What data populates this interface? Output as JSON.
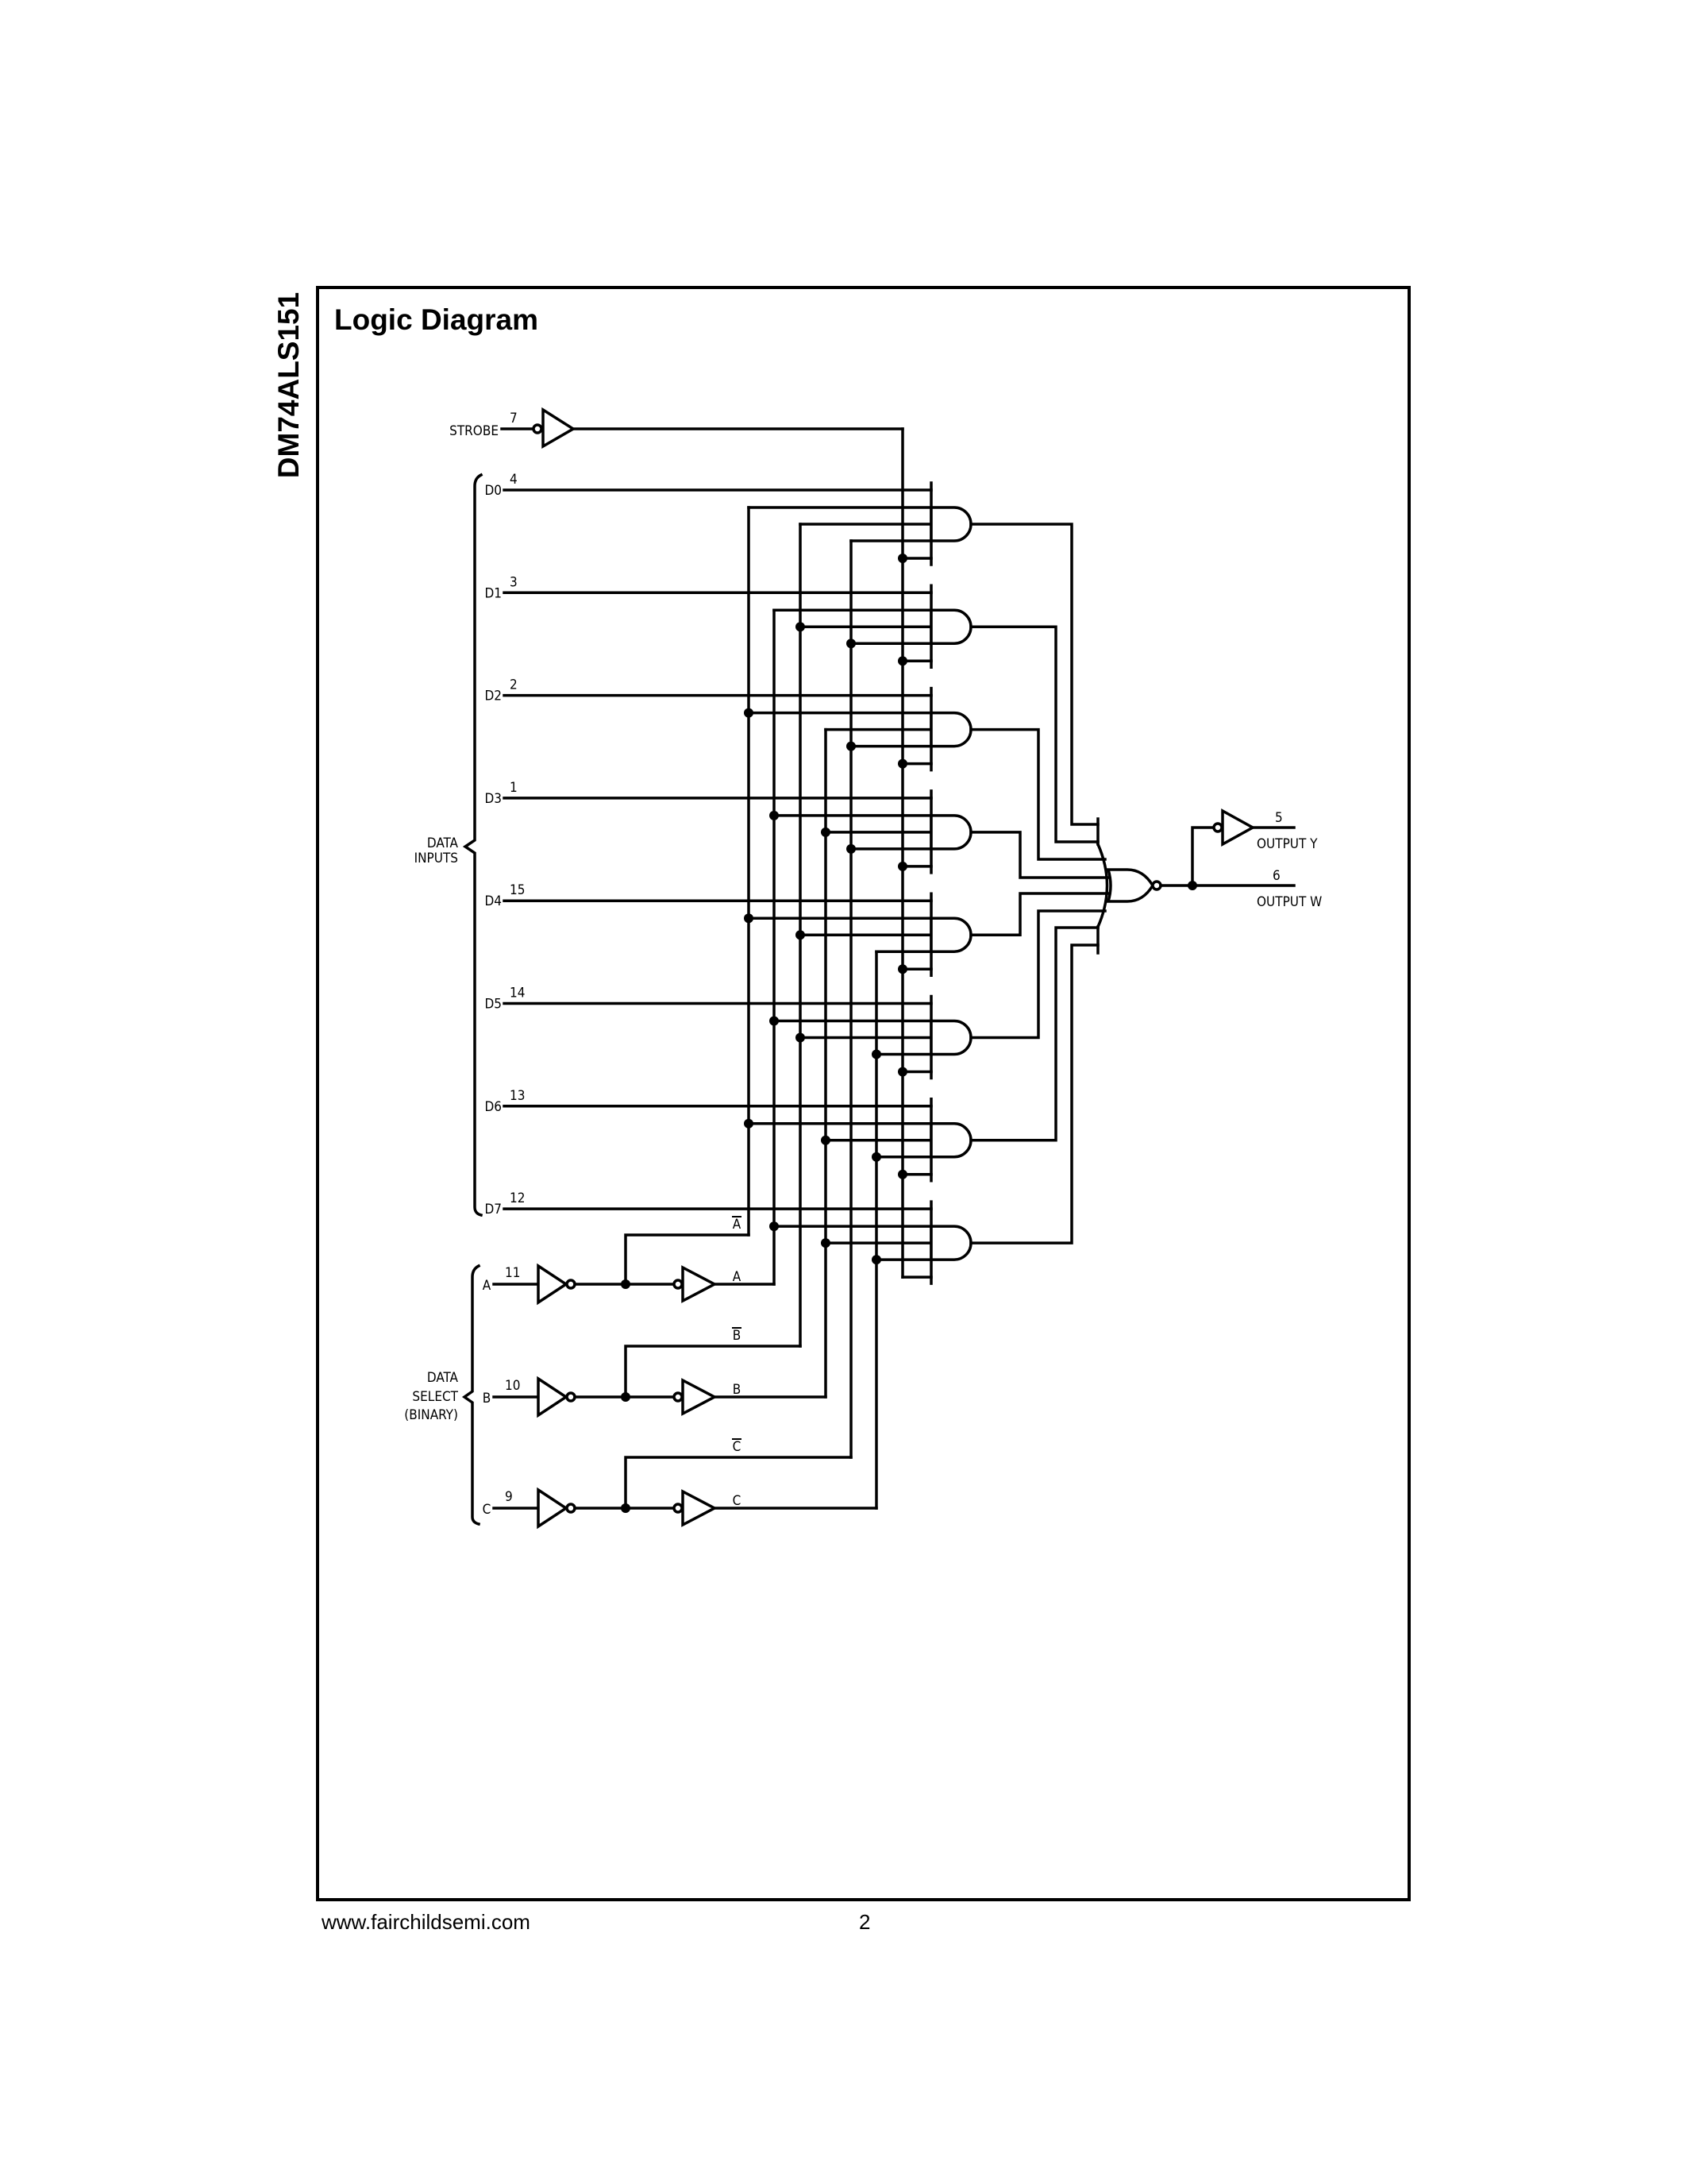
{
  "side_title": "DM74ALS151",
  "section_title": "Logic Diagram",
  "diagram": {
    "strobe": {
      "label": "STROBE",
      "pin": "7"
    },
    "data_inputs": {
      "group_label": [
        "DATA",
        "INPUTS"
      ],
      "inputs": [
        {
          "label": "D0",
          "pin": "4"
        },
        {
          "label": "D1",
          "pin": "3"
        },
        {
          "label": "D2",
          "pin": "2"
        },
        {
          "label": "D3",
          "pin": "1"
        },
        {
          "label": "D4",
          "pin": "15"
        },
        {
          "label": "D5",
          "pin": "14"
        },
        {
          "label": "D6",
          "pin": "13"
        },
        {
          "label": "D7",
          "pin": "12"
        }
      ]
    },
    "data_select": {
      "group_label": [
        "DATA",
        "SELECT",
        "(BINARY)"
      ],
      "inputs": [
        {
          "label": "A",
          "pin": "11",
          "true_label": "A",
          "complement_label": "A"
        },
        {
          "label": "B",
          "pin": "10",
          "true_label": "B",
          "complement_label": "B"
        },
        {
          "label": "C",
          "pin": "9",
          "true_label": "C",
          "complement_label": "C"
        }
      ]
    },
    "outputs": [
      {
        "label": "OUTPUT Y",
        "pin": "5"
      },
      {
        "label": "OUTPUT W",
        "pin": "6"
      }
    ]
  },
  "footer": {
    "url": "www.fairchildsemi.com",
    "page": "2"
  }
}
